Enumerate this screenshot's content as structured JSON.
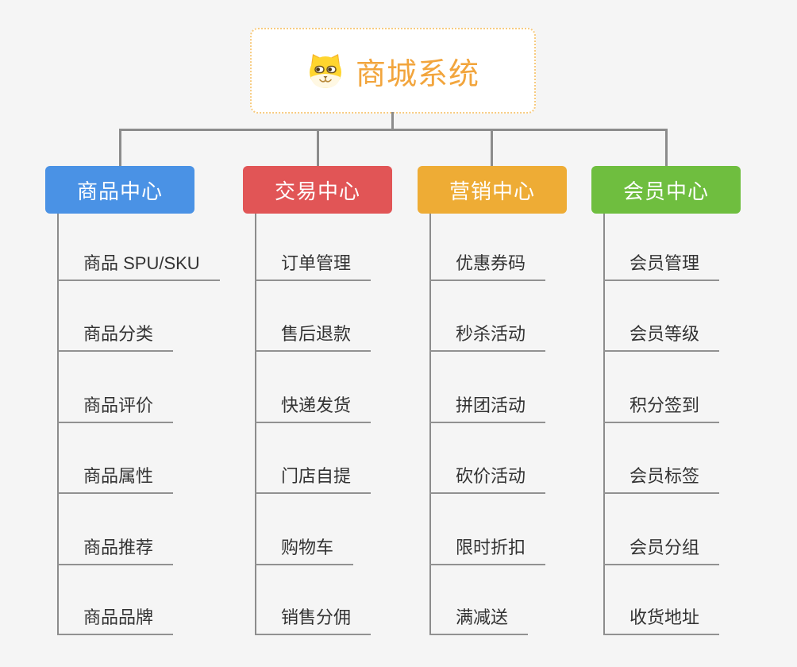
{
  "root": {
    "label": "商城系统",
    "icon": "dog-face-icon"
  },
  "theme": {
    "background": "#F5F5F5",
    "connector": "#8C8C8C",
    "underline": "#919191",
    "item_text": "#333333",
    "root_text": "#F2A53D",
    "root_border": "#F7CB80"
  },
  "branches": [
    {
      "label": "商品中心",
      "color": "#4A92E5",
      "items": [
        "商品 SPU/SKU",
        "商品分类",
        "商品评价",
        "商品属性",
        "商品推荐",
        "商品品牌"
      ]
    },
    {
      "label": "交易中心",
      "color": "#E15556",
      "items": [
        "订单管理",
        "售后退款",
        "快递发货",
        "门店自提",
        "购物车",
        "销售分佣"
      ]
    },
    {
      "label": "营销中心",
      "color": "#EEAC35",
      "items": [
        "优惠券码",
        "秒杀活动",
        "拼团活动",
        "砍价活动",
        "限时折扣",
        "满减送"
      ]
    },
    {
      "label": "会员中心",
      "color": "#6FBE3F",
      "items": [
        "会员管理",
        "会员等级",
        "积分签到",
        "会员标签",
        "会员分组",
        "收货地址"
      ]
    }
  ]
}
